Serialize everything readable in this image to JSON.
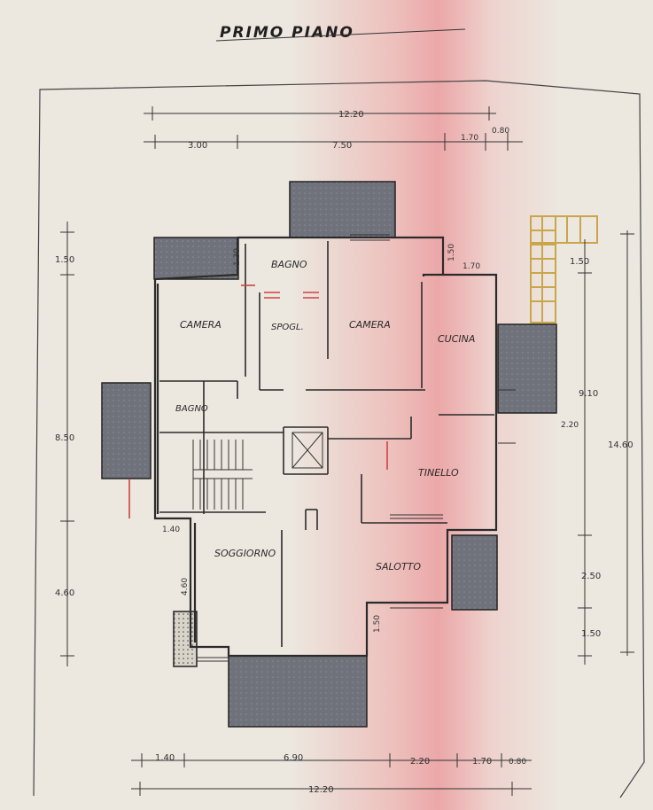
{
  "title": "PRIMO PIANO",
  "rooms": {
    "bagno_top": "BAGNO",
    "camera_left": "CAMERA",
    "spogl": "SPOGL.",
    "camera_right": "CAMERA",
    "cucina": "CUCINA",
    "bagno_left": "BAGNO",
    "tinello": "TINELLO",
    "soggiorno": "SOGGIORNO",
    "salotto": "SALOTTO"
  },
  "dims": {
    "top_total": "12.20",
    "top_a": "3.00",
    "top_b": "7.50",
    "top_c": "1.70",
    "top_d": "0.80",
    "left_a": "1.50",
    "left_b": "8.50",
    "left_c": "4.60",
    "right_a": "1.50",
    "right_b": "9.10",
    "right_c": "2.50",
    "right_d": "1.50",
    "right_total": "14.60",
    "bot_a": "1.40",
    "bot_b": "6.90",
    "bot_c": "2.20",
    "bot_d": "1.70",
    "bot_e": "0.80",
    "bot_total": "12.20",
    "in_150": "1.50",
    "in_170": "1.70",
    "in_130": "1.30",
    "in_220": "2.20",
    "in_140": "1.40",
    "in_460": "4.60",
    "in_150b": "1.50"
  },
  "colors": {
    "paper": "#ece7df",
    "ink": "#2b2b2b",
    "balcony": "#6d7079",
    "fold_tint": "#eb8c91"
  }
}
